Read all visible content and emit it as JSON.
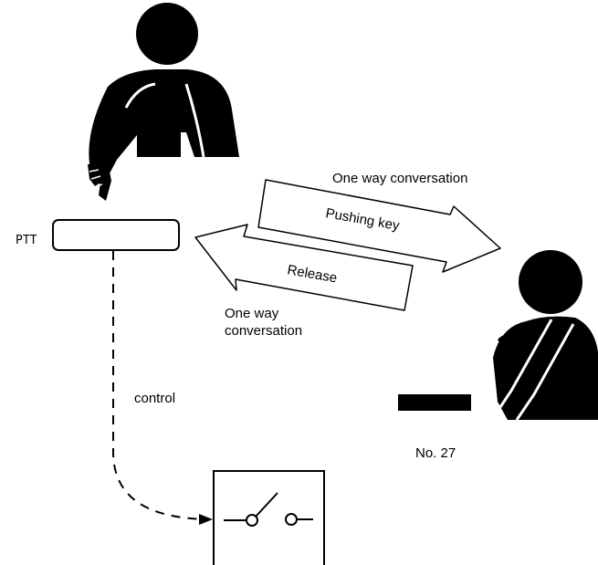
{
  "labels": {
    "ptt": "PTT",
    "upper_conversation": "One way conversation",
    "pushing_key": "Pushing key",
    "release": "Release",
    "lower_conversation_line1": "One way",
    "lower_conversation_line2": "conversation",
    "control": "control",
    "figure_number": "No. 27"
  },
  "colors": {
    "ink": "#000000",
    "paper": "#ffffff"
  },
  "icons": [
    "person-pressing-key",
    "person-listening",
    "ptt-key",
    "handset-bar",
    "switch-contact"
  ]
}
